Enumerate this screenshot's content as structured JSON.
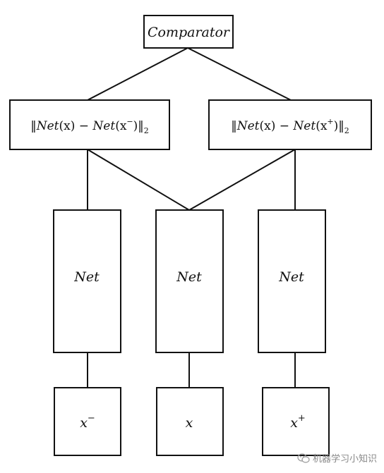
{
  "diagram": {
    "comparator": "Comparator",
    "left_distance": {
      "pre": "‖",
      "a": "Net",
      "b": "(x) − ",
      "c": "Net",
      "d": "(x",
      "sup": "−",
      "e": ")‖",
      "sub": "2"
    },
    "right_distance": {
      "pre": "‖",
      "a": "Net",
      "b": "(x) − ",
      "c": "Net",
      "d": "(x",
      "sup": "+",
      "e": ")‖",
      "sub": "2"
    },
    "nets": [
      "Net",
      "Net",
      "Net"
    ],
    "inputs": [
      {
        "base": "x",
        "sup": "−"
      },
      {
        "base": "x",
        "sup": ""
      },
      {
        "base": "x",
        "sup": "+"
      }
    ]
  },
  "watermark": {
    "text": "机器学习小知识",
    "icon": "wechat-logo-icon"
  }
}
